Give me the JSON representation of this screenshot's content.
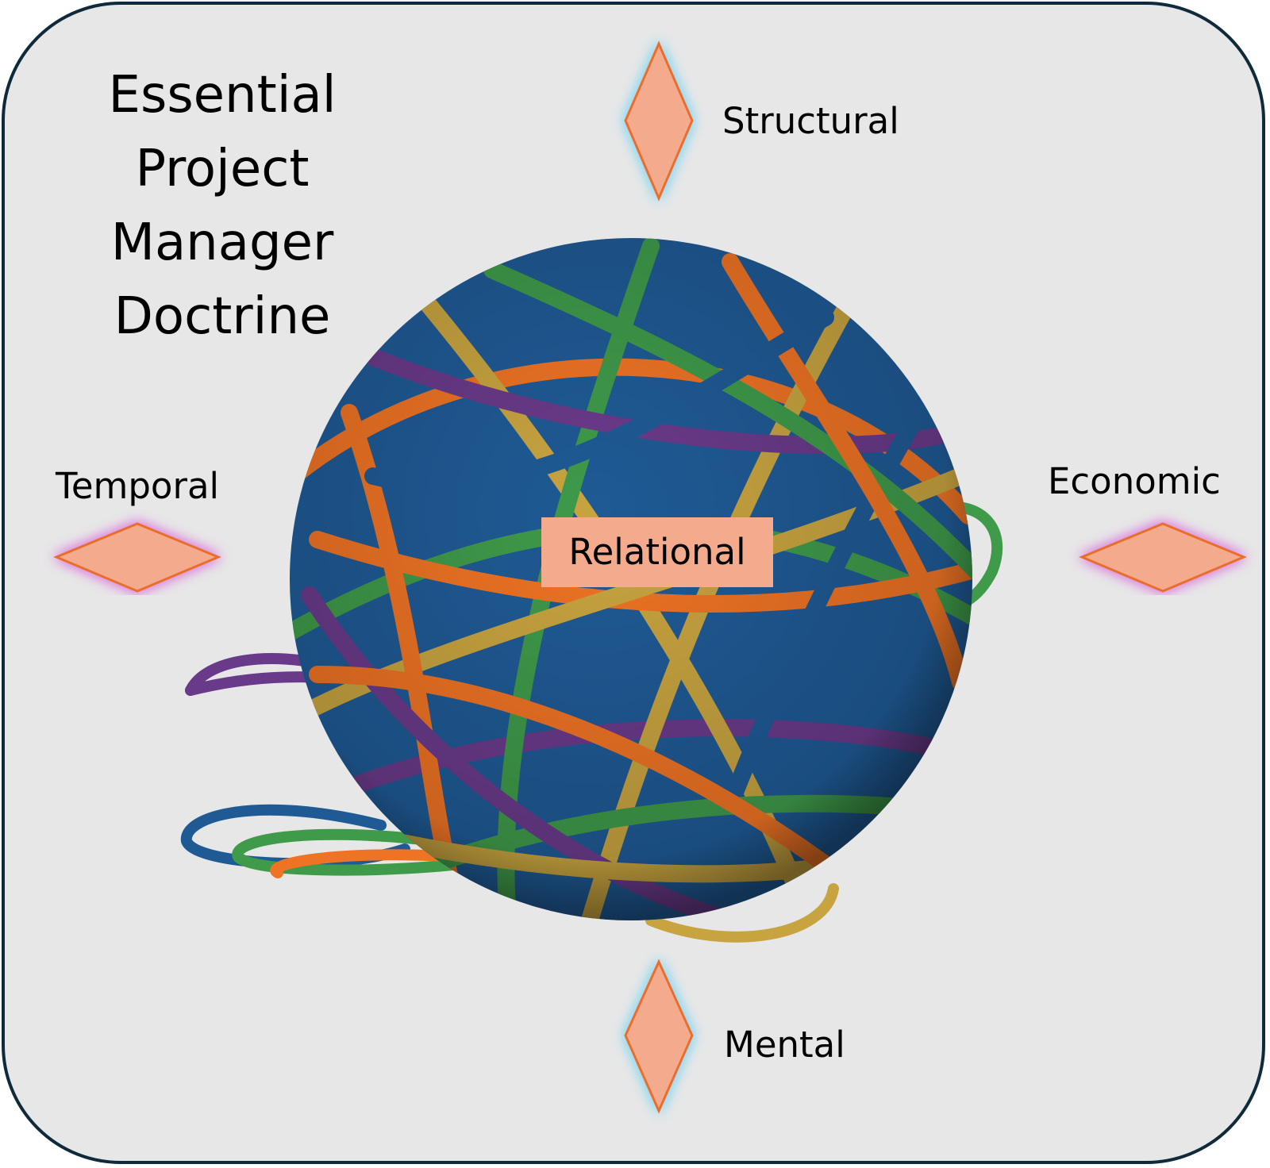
{
  "title": {
    "lines": [
      "Essential",
      "Project",
      "Manager",
      "Doctrine"
    ]
  },
  "center": {
    "label": "Relational",
    "image": "rubber-band-ball"
  },
  "dimensions": {
    "top": {
      "label": "Structural",
      "glow": "cyan"
    },
    "left": {
      "label": "Temporal",
      "glow": "magenta"
    },
    "right": {
      "label": "Economic",
      "glow": "magenta"
    },
    "bottom": {
      "label": "Mental",
      "glow": "cyan"
    }
  },
  "colors": {
    "background": "#e7e7e7",
    "border": "#0f2a3b",
    "diamond_fill": "#f4ab8d",
    "diamond_stroke": "#ea6e2c",
    "glow_cyan": "#8fd8f0",
    "glow_magenta": "#dd88dd",
    "band_blue": "#1f5a95",
    "band_green": "#3f9a4a",
    "band_orange": "#ee7324",
    "band_purple": "#6a3a8a",
    "band_gold": "#c8a440"
  }
}
